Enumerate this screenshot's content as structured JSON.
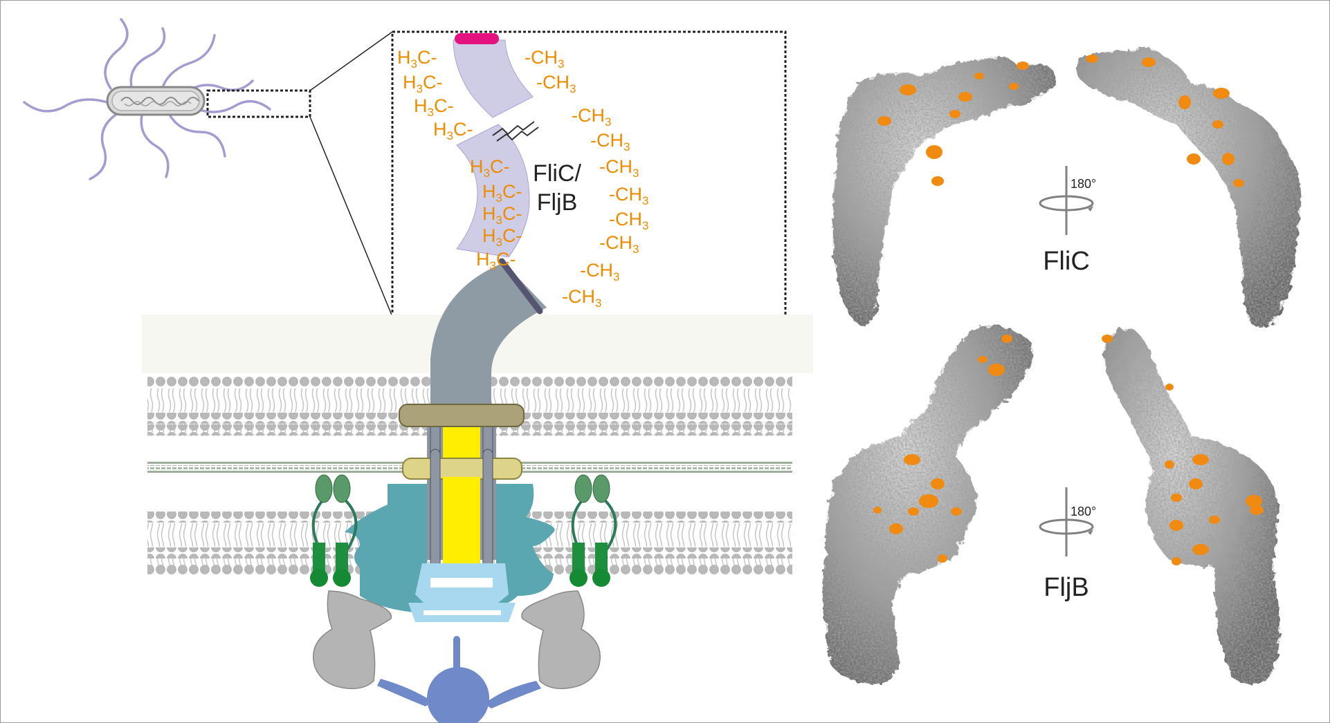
{
  "figure": {
    "flagellin_label_line1": "FliC/",
    "flagellin_label_line2": "FljB",
    "fliC_label": "FliC",
    "fljB_label": "FljB",
    "rotation_label_fliC": "180°",
    "rotation_label_fljB": "180°",
    "methyl_left_prefix": "H",
    "methyl_left_sub": "3",
    "methyl_left_suffix": "C-",
    "methyl_right_prefix": "-CH",
    "methyl_right_sub": "3",
    "methyl_left_count": 9,
    "methyl_right_count": 10
  },
  "colors": {
    "methyl": "#ee8c00",
    "flagellin": "#cfcce6",
    "hook": "#8e9ba4",
    "cap": "#e3127f",
    "rod": "#ffee00",
    "c_ring": "#5aa6b1",
    "ms_ring": "#a8d8f0",
    "stator": "#1e8f3e",
    "stator_head": "#5a9a6a",
    "export": "#7089c8",
    "bacterium_flagella": "#a59bd0",
    "protein_surface": "#8f8f8f",
    "protein_highlight": "#f08a10"
  },
  "icons": {
    "rotation": "rotation-arrow-icon"
  }
}
